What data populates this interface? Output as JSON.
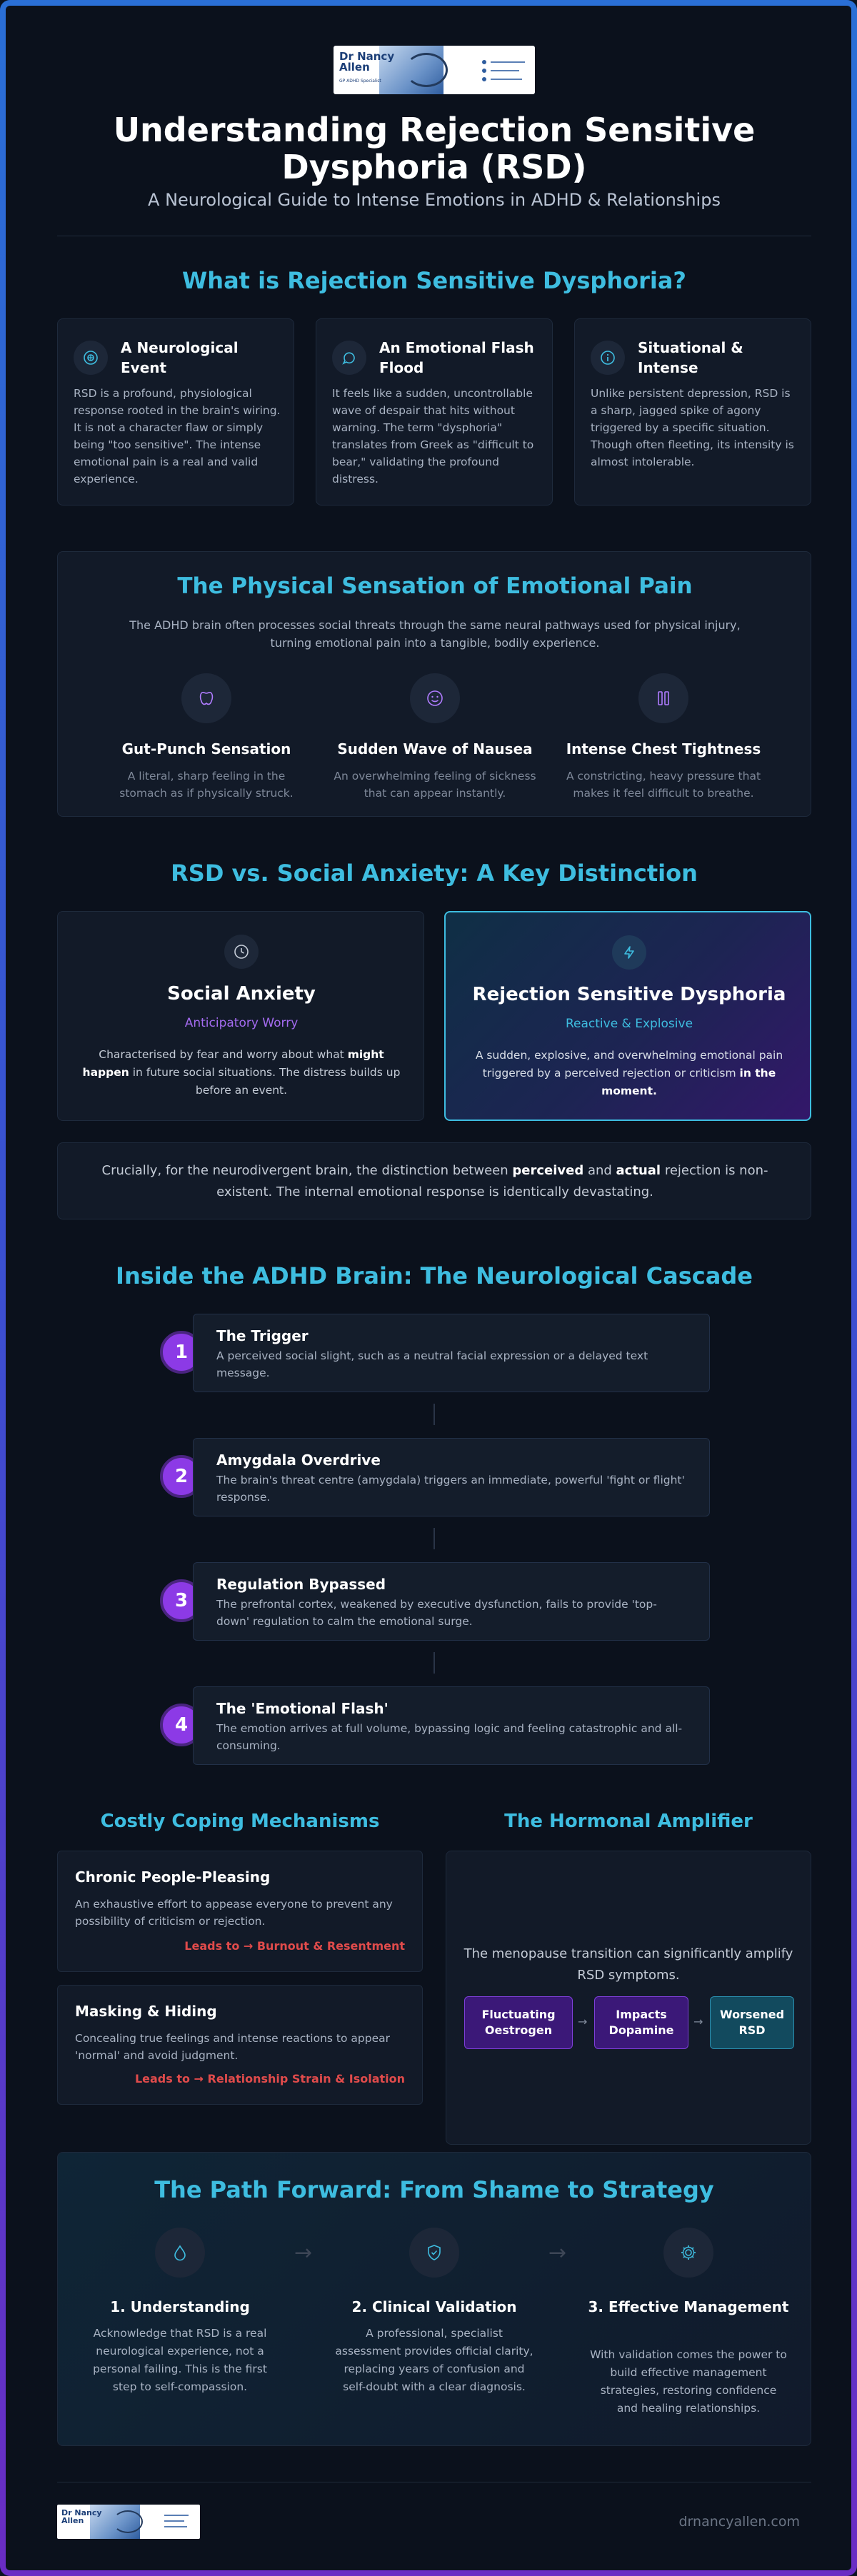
{
  "header": {
    "logo_name_line1": "Dr Nancy",
    "logo_name_line2": "Allen",
    "logo_tagline": "GP ADHD Specialist",
    "title": "Understanding Rejection Sensitive Dysphoria (RSD)",
    "subtitle": "A Neurological Guide to Intense Emotions in ADHD & Relationships"
  },
  "what_is": {
    "title": "What is Rejection Sensitive Dysphoria?",
    "cards": [
      {
        "icon": "target-icon",
        "title": "A Neurological Event",
        "text": "RSD is a profound, physiological response rooted in the brain's wiring. It is not a character flaw or simply being \"too sensitive\". The intense emotional pain is a real and valid experience."
      },
      {
        "icon": "speech-bubble-icon",
        "title": "An Emotional Flash Flood",
        "text": "It feels like a sudden, uncontrollable wave of despair that hits without warning. The term \"dysphoria\" translates from Greek as \"difficult to bear,\" validating the profound distress."
      },
      {
        "icon": "info-icon",
        "title": "Situational & Intense",
        "text": "Unlike persistent depression, RSD is a sharp, jagged spike of agony triggered by a specific situation. Though often fleeting, its intensity is almost intolerable."
      }
    ]
  },
  "physical": {
    "title": "The Physical Sensation of Emotional Pain",
    "intro": "The ADHD brain often processes social threats through the same neural pathways used for physical injury, turning emotional pain into a tangible, bodily experience.",
    "items": [
      {
        "icon": "stomach-icon",
        "title": "Gut-Punch Sensation",
        "text": "A literal, sharp feeling in the stomach as if physically struck."
      },
      {
        "icon": "nausea-face-icon",
        "title": "Sudden Wave of Nausea",
        "text": "An overwhelming feeling of sickness that can appear instantly."
      },
      {
        "icon": "chest-icon",
        "title": "Intense Chest Tightness",
        "text": "A constricting, heavy pressure that makes it feel difficult to breathe."
      }
    ]
  },
  "versus": {
    "title": "RSD vs. Social Anxiety: A Key Distinction",
    "left": {
      "title": "Social Anxiety",
      "tag": "Anticipatory Worry",
      "text_a": "Characterised by fear and worry about what ",
      "bold": "might happen",
      "text_b": " in future social situations. The distress builds up before an event."
    },
    "right": {
      "title": "Rejection Sensitive Dysphoria",
      "tag": "Reactive & Explosive",
      "text_a": "A sudden, explosive, and overwhelming emotional pain triggered by a perceived rejection or criticism ",
      "bold": "in the moment."
    },
    "note_a": "Crucially, for the neurodivergent brain, the distinction between ",
    "note_b1": "perceived",
    "note_mid": " and ",
    "note_b2": "actual",
    "note_c": " rejection is non-existent. The internal emotional response is identically devastating."
  },
  "cascade": {
    "title": "Inside the ADHD Brain: The Neurological Cascade",
    "steps": [
      {
        "num": "1",
        "title": "The Trigger",
        "text": "A perceived social slight, such as a neutral facial expression or a delayed text message."
      },
      {
        "num": "2",
        "title": "Amygdala Overdrive",
        "text": "The brain's threat centre (amygdala) triggers an immediate, powerful 'fight or flight' response."
      },
      {
        "num": "3",
        "title": "Regulation Bypassed",
        "text": "The prefrontal cortex, weakened by executive dysfunction, fails to provide 'top-down' regulation to calm the emotional surge."
      },
      {
        "num": "4",
        "title": "The 'Emotional Flash'",
        "text": "The emotion arrives at full volume, bypassing logic and feeling catastrophic and all-consuming."
      }
    ]
  },
  "coping": {
    "title": "Costly Coping Mechanisms",
    "items": [
      {
        "title": "Chronic People-Pleasing",
        "text": "An exhaustive effort to appease everyone to prevent any possibility of criticism or rejection.",
        "leads": "Leads to → Burnout & Resentment"
      },
      {
        "title": "Masking & Hiding",
        "text": "Concealing true feelings and intense reactions to appear 'normal' and avoid judgment.",
        "leads": "Leads to → Relationship Strain & Isolation"
      }
    ]
  },
  "hormonal": {
    "title": "The Hormonal Amplifier",
    "text": "The menopause transition can significantly amplify RSD symptoms.",
    "flow": [
      "Fluctuating Oestrogen",
      "Impacts Dopamine",
      "Worsened RSD"
    ],
    "arrow": "→"
  },
  "path": {
    "title": "The Path Forward: From Shame to Strategy",
    "arrow": "→",
    "steps": [
      {
        "icon": "droplet-icon",
        "title": "1. Understanding",
        "text": "Acknowledge that RSD is a real neurological experience, not a personal failing. This is the first step to self-compassion."
      },
      {
        "icon": "shield-check-icon",
        "title": "2. Clinical Validation",
        "text": "A professional, specialist assessment provides official clarity, replacing years of confusion and self-doubt with a clear diagnosis."
      },
      {
        "icon": "gear-icon",
        "title": "3. Effective Management",
        "text": "With validation comes the power to build effective management strategies, restoring confidence and healing relationships."
      }
    ]
  },
  "footer": {
    "url": "drnancyallen.com"
  },
  "colors": {
    "accent_cyan": "#3ebde0",
    "purple_step": "#8c3ae6",
    "warning_red": "#e04b4b"
  }
}
